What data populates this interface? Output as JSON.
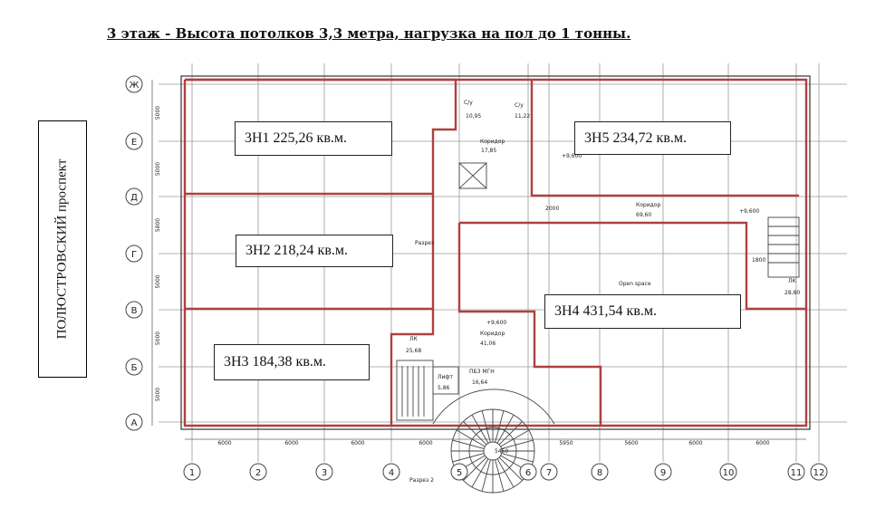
{
  "title": "3 этаж - Высота потолков 3,3 метра, нагрузка на пол до 1 тонны.",
  "street_label": "ПОЛЮСТРОВСКИЙ проспект",
  "units": [
    {
      "id": "3H1",
      "label": "3Н1 225,26 кв.м."
    },
    {
      "id": "3H2",
      "label": "3Н2 218,24 кв.м."
    },
    {
      "id": "3H3",
      "label": "3Н3 184,38 кв.м."
    },
    {
      "id": "3H4",
      "label": "3Н4 431,54 кв.м."
    },
    {
      "id": "3H5",
      "label": "3Н5 234,72 кв.м."
    }
  ],
  "row_axes": [
    "Ж",
    "Е",
    "Д",
    "Г",
    "В",
    "Б",
    "А"
  ],
  "row_dims": [
    "5000",
    "5000",
    "5800",
    "5000",
    "5000",
    "5000"
  ],
  "col_axes": [
    "1",
    "2",
    "3",
    "4",
    "5",
    "6",
    "7",
    "8",
    "9",
    "10",
    "11",
    "12"
  ],
  "col_dims": [
    "6000",
    "6000",
    "6000",
    "6000",
    "5950",
    "5600",
    "6000",
    "6000"
  ],
  "plan_texts": {
    "corridor_top": "Коридор",
    "corridor_top_area": "17,85",
    "wc1": "С/у",
    "wc1_area": "10,95",
    "wc2": "С/у",
    "wc2_area": "11,22",
    "corridor_right": "Коридор",
    "corridor_right_area": "69,60",
    "open_space": "Open space",
    "corridor_bottom": "Коридор",
    "corridor_bottom_area": "41,06",
    "lk": "ЛК",
    "lk_area": "25,68",
    "lift": "Лифт",
    "lift_area": "5,86",
    "pbz": "ПБЗ МГН",
    "pbz_area": "16,64",
    "lk_right": "ЛК",
    "lk_right_area": "28,80",
    "elev1": "+9,600",
    "elev2": "+9,600",
    "elev3": "+9,600",
    "dim_2000": "2000",
    "dim_1800": "1800",
    "section": "Разрез 2",
    "section_mid": "Разрез",
    "rotunda": "5450"
  }
}
